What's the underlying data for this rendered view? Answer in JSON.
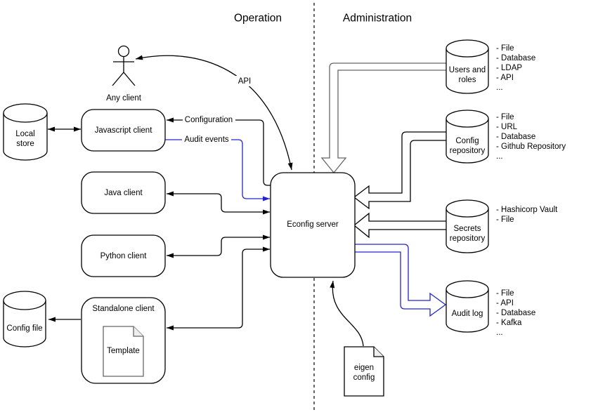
{
  "headers": {
    "operation": "Operation",
    "administration": "Administration"
  },
  "actor": {
    "label": "Any client"
  },
  "clients": {
    "javascript": {
      "label": "Javascript client"
    },
    "java": {
      "label": "Java client"
    },
    "python": {
      "label": "Python client"
    },
    "standalone": {
      "label": "Standalone client",
      "template_doc": "Template"
    }
  },
  "server": {
    "label": "Econfig server"
  },
  "eigen_doc": {
    "label": [
      "eigen",
      "config"
    ]
  },
  "stores": {
    "local_store": {
      "label": [
        "Local",
        "store"
      ]
    },
    "config_file": {
      "label": "Config file"
    },
    "users_roles": {
      "label": [
        "Users and",
        "roles"
      ],
      "options": [
        "- File",
        "- Database",
        "- LDAP",
        "- API",
        "..."
      ]
    },
    "config_repo": {
      "label": [
        "Config",
        "repository"
      ],
      "options": [
        "- File",
        "- URL",
        "- Database",
        "- Github Repository",
        "..."
      ]
    },
    "secrets_repo": {
      "label": [
        "Secrets",
        "repository"
      ],
      "options": [
        "- Hashicorp Vault",
        "- File"
      ]
    },
    "audit_log": {
      "label": "Audit log",
      "options": [
        "- File",
        "- API",
        "- Database",
        "- Kafka",
        "..."
      ]
    }
  },
  "edge_labels": {
    "api": "API",
    "configuration": "Configuration",
    "audit_events": "Audit events"
  },
  "colors": {
    "blue": "#2424cc",
    "gray": "#666666",
    "black": "#000000"
  }
}
